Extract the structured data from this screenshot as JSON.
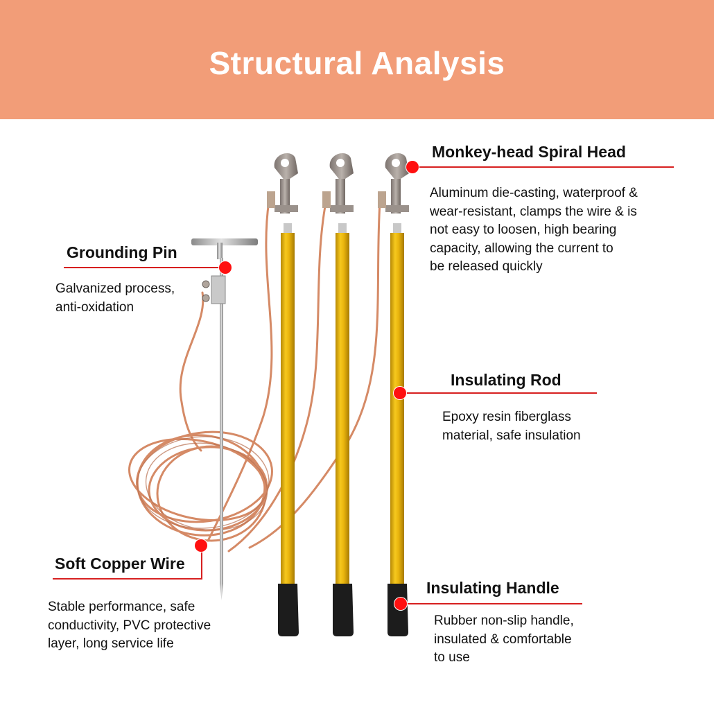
{
  "header": {
    "title": "Structural Analysis"
  },
  "colors": {
    "banner": "#f29d78",
    "accent_red": "#ff1010",
    "rod_yellow": "#e9b40d",
    "copper": "#d58a66"
  },
  "callouts": {
    "spiral_head": {
      "title": "Monkey-head Spiral Head",
      "lines": [
        "Aluminum die-casting, waterproof &",
        "wear-resistant, clamps the wire & is",
        "not easy to loosen, high bearing",
        "capacity, allowing the current to",
        "be released quickly"
      ]
    },
    "grounding_pin": {
      "title": "Grounding Pin",
      "lines": [
        "Galvanized process,",
        "anti-oxidation"
      ]
    },
    "insulating_rod": {
      "title": "Insulating Rod",
      "lines": [
        "Epoxy resin fiberglass",
        "material, safe insulation"
      ]
    },
    "copper_wire": {
      "title": "Soft Copper Wire",
      "lines": [
        "Stable performance, safe",
        "conductivity, PVC protective",
        "layer, long service life"
      ]
    },
    "insulating_handle": {
      "title": "Insulating Handle",
      "lines": [
        "Rubber non-slip handle,",
        "insulated & comfortable",
        "to use"
      ]
    }
  }
}
